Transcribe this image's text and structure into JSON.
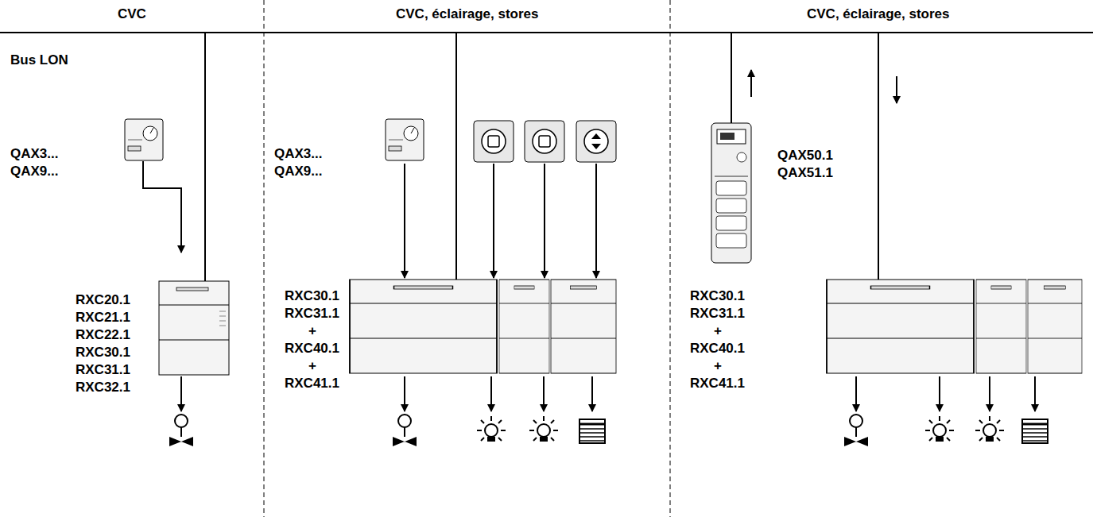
{
  "diagram": {
    "labels": [
      "CVC",
      "CVC, éclairage, stores",
      "CVC, éclairage, stores",
      "Bus LON",
      "QAX3...",
      "QAX9...",
      "QAX3...",
      "QAX9...",
      "QAX50.1",
      "QAX51.1",
      "RXC20.1",
      "RXC21.1",
      "RXC22.1",
      "RXC30.1",
      "RXC31.1",
      "RXC32.1",
      "RXC30.1",
      "RXC31.1",
      "+",
      "RXC40.1",
      "+",
      "RXC41.1",
      "RXC30.1",
      "RXC31.1",
      "+",
      "RXC40.1",
      "+",
      "RXC41.1"
    ]
  }
}
